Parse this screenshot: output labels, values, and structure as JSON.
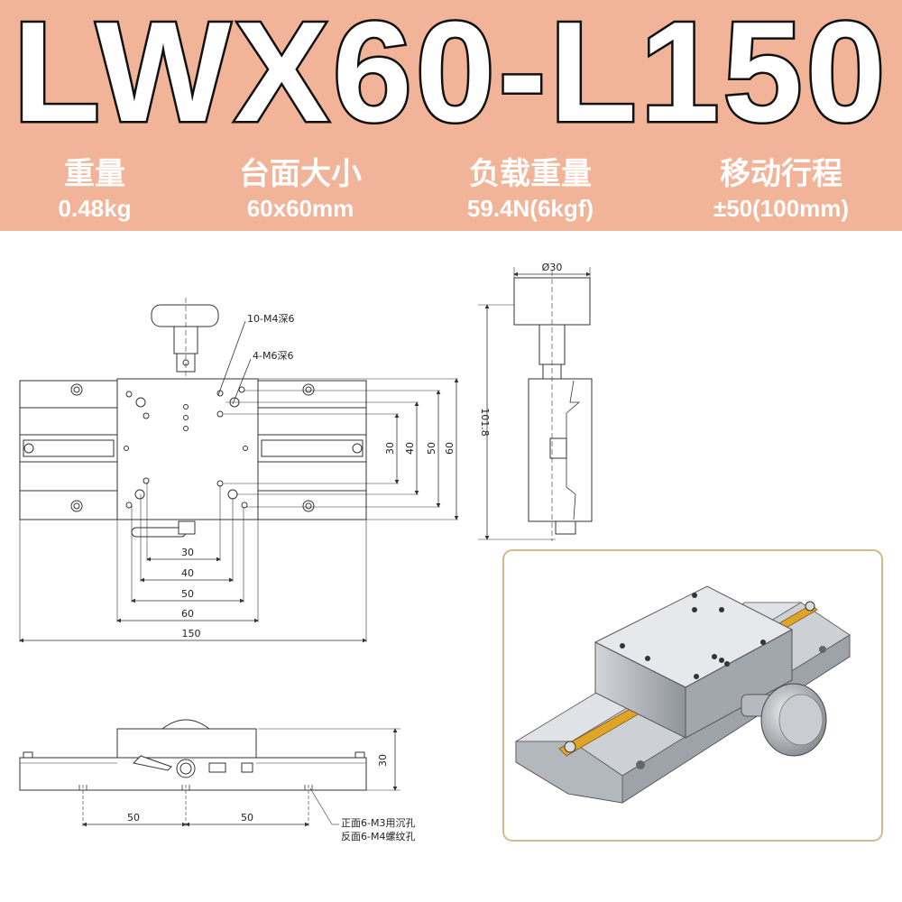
{
  "model": "LWX60-L150",
  "specs": [
    {
      "label": "重量",
      "value": "0.48kg"
    },
    {
      "label": "台面大小",
      "value": "60x60mm"
    },
    {
      "label": "负载重量",
      "value": "59.4N(6kgf)"
    },
    {
      "label": "移动行程",
      "value": "±50(100mm)"
    }
  ],
  "top_view": {
    "hole_note_1": "10-M4深6",
    "hole_note_2": "4-M6深6",
    "dims_horizontal": [
      "30",
      "40",
      "50",
      "60",
      "150"
    ],
    "dims_vertical": [
      "30",
      "40",
      "50",
      "60"
    ]
  },
  "side_view": {
    "knob_diameter": "Ø30",
    "height": "101.8"
  },
  "front_view": {
    "height": "30",
    "spacing_left": "50",
    "spacing_right": "50",
    "hole_note_1": "正面6-M3用沉孔",
    "hole_note_2": "反面6-M4螺纹孔"
  },
  "colors": {
    "banner": "#f1b499",
    "title_text": "#ffffff",
    "title_outline": "#111111",
    "photo_border": "#d6b98a",
    "gib": "#e0a526"
  }
}
